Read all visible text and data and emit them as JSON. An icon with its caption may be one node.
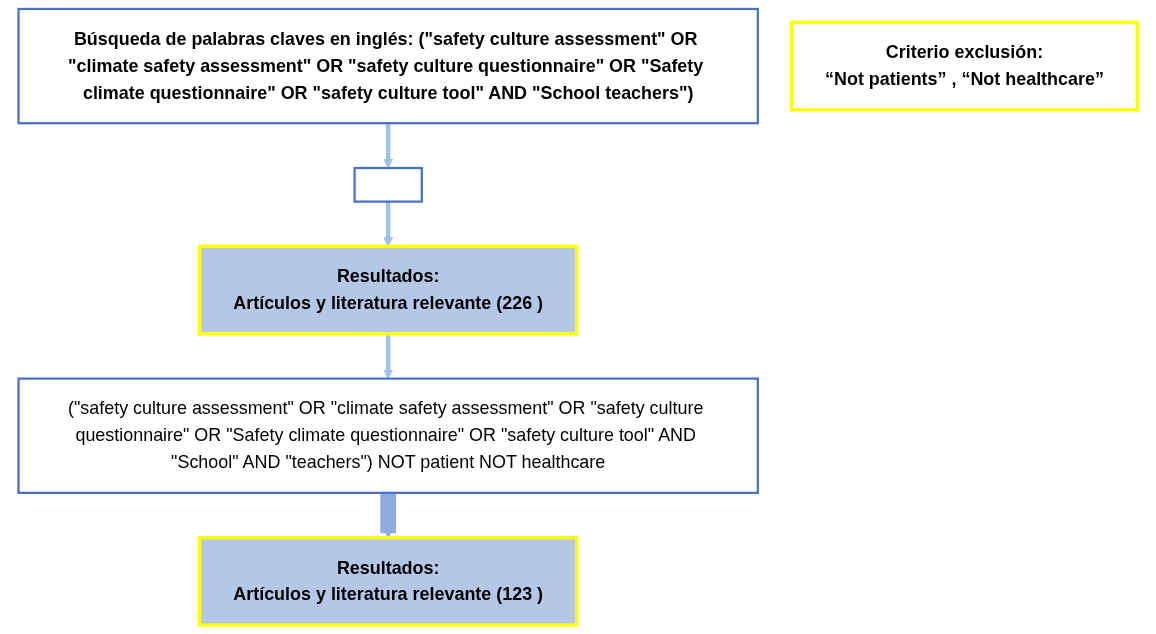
{
  "diagram": {
    "nodes": [
      {
        "text": [
          "Búsqueda de palabras claves en inglés: (\"safety culture assessment\" OR \"climate safety assessment\" OR \"safety culture questionnaire\" OR \"Safety climate questionnaire\" OR \"safety culture tool\" AND \"School teachers\")"
        ]
      },
      {
        "text": [],
        "shape": "box"
      },
      {
        "text": [
          "Resultados:",
          "Artículos y literatura relevante (226 )"
        ]
      },
      {
        "text": [
          "Criterio exclusión:",
          "“Not patients” , “Not healthcare”"
        ]
      },
      {
        "text": [
          "(\"safety culture assessment\" OR \"climate safety assessment\" OR \"safety culture questionnaire\" OR \"Safety climate questionnaire\" OR \"safety culture tool\" AND \"School\" AND \"teachers\") NOT patient NOT healthcare"
        ]
      },
      {
        "text": [
          "Resultados:",
          "Artículos y literatura relevante (123 )"
        ]
      }
    ],
    "edges": [
      {
        "from": 0,
        "to": 1,
        "arrow": "to"
      },
      {
        "from": 1,
        "to": 2,
        "arrow": "to"
      },
      {
        "from": 2,
        "to": 4,
        "arrow": "to"
      },
      {
        "from": 4,
        "to": 5,
        "arrow": "to",
        "style": "thick",
        "color": "#8faadc"
      }
    ]
  }
}
